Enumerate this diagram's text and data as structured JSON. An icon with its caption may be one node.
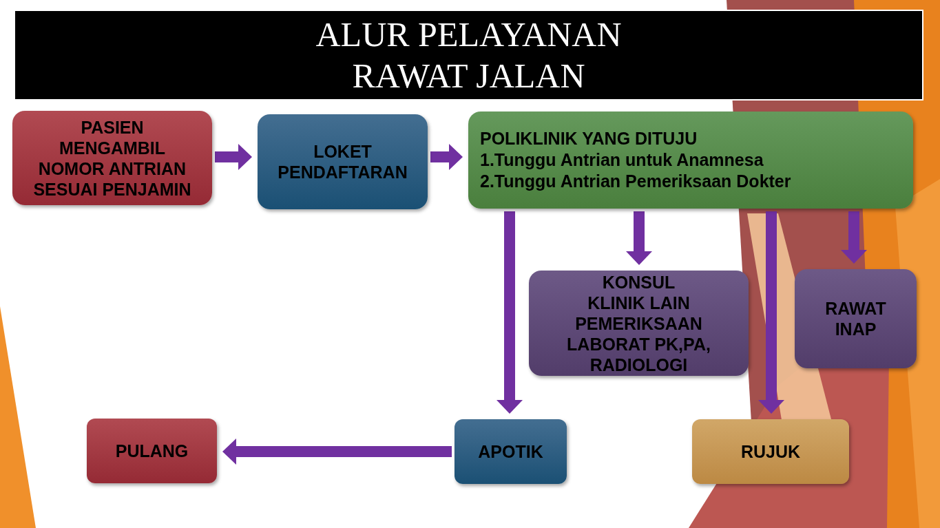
{
  "diagram": {
    "title": "ALUR PELAYANAN RAWAT JALAN",
    "nodes": [
      {
        "text": [
          "PASIEN MENGAMBIL NOMOR ANTRIAN SESUAI PENJAMIN"
        ]
      },
      {
        "text": [
          "LOKET PENDAFTARAN"
        ]
      },
      {
        "text": [
          "POLIKLINIK YANG DITUJU",
          "1.Tunggu Antrian untuk Anamnesa",
          "2.Tunggu Antrian Pemeriksaan Dokter"
        ]
      },
      {
        "text": [
          "KONSUL KLINIK LAIN",
          "PEMERIKSAAN LABORAT PK,PA, RADIOLOGI"
        ]
      },
      {
        "text": [
          "RAWAT INAP"
        ]
      },
      {
        "text": [
          "PULANG"
        ]
      },
      {
        "text": [
          "APOTIK"
        ]
      },
      {
        "text": [
          "RUJUK"
        ]
      }
    ],
    "edges": [
      {
        "from": 0,
        "to": 1,
        "arrow": "to"
      },
      {
        "from": 1,
        "to": 2,
        "arrow": "to"
      },
      {
        "from": 2,
        "to": 6,
        "arrow": "to"
      },
      {
        "from": 2,
        "to": 3,
        "arrow": "to"
      },
      {
        "from": 2,
        "to": 7,
        "arrow": "to"
      },
      {
        "from": 2,
        "to": 4,
        "arrow": "to"
      },
      {
        "from": 6,
        "to": 5,
        "arrow": "to"
      }
    ]
  }
}
